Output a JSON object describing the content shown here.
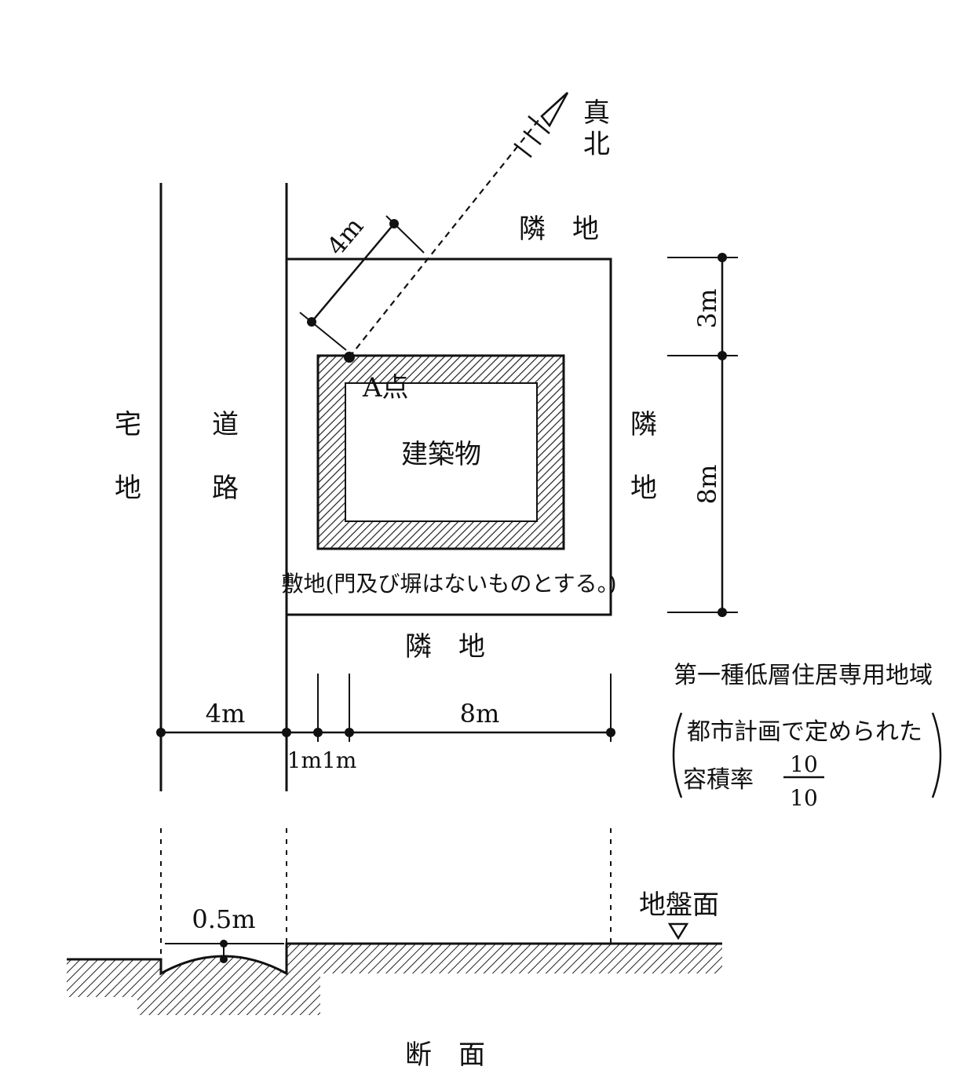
{
  "north": {
    "label_line1": "真",
    "label_line2": "北"
  },
  "labels": {
    "takuchi_1": "宅",
    "takuchi_2": "地",
    "doro_1": "道",
    "doro_2": "路",
    "rinchi_top": "隣　地",
    "rinchi_right_1": "隣",
    "rinchi_right_2": "地",
    "rinchi_bottom": "隣　地",
    "point_a": "A点",
    "building": "建築物",
    "site": "敷地(門及び塀はないものとする。)",
    "ground_level": "地盤面",
    "section": "断　面"
  },
  "dimensions": {
    "diag_4m": "4m",
    "right_3m": "3m",
    "right_8m": "8m",
    "road_4m": "4m",
    "site_8m": "8m",
    "setback": "1m1m",
    "mound": "0.5m"
  },
  "zoning": {
    "line1": "第一種低層住居専用地域",
    "line2": "都市計画で定められた",
    "line3_label": "容積率",
    "ratio_numerator": "10",
    "ratio_denominator": "10"
  }
}
